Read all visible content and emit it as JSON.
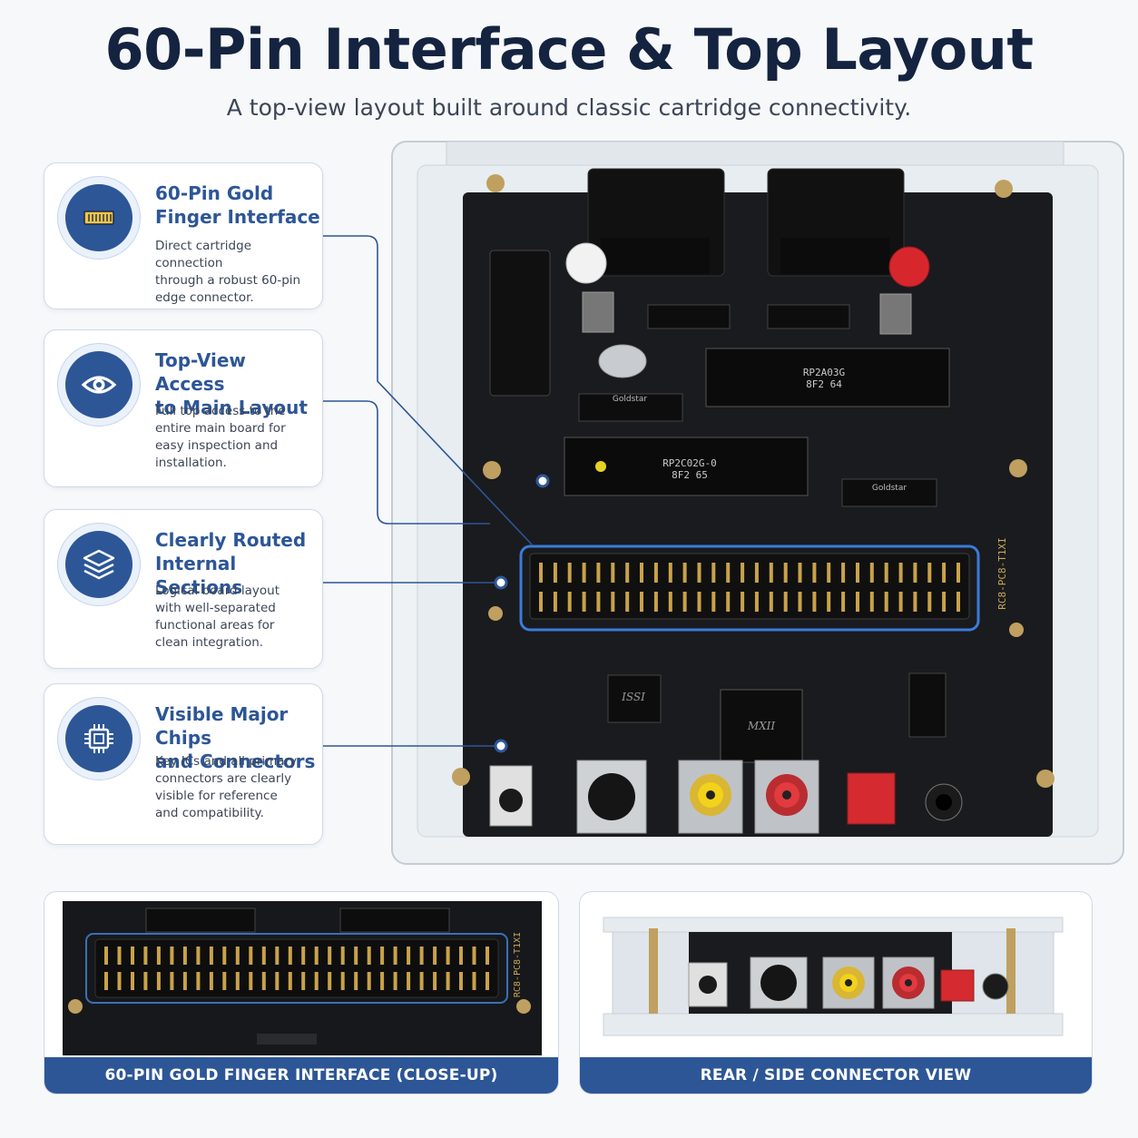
{
  "header": {
    "title": "60-Pin Interface & Top Layout",
    "subtitle": "A top-view layout built around classic cartridge connectivity."
  },
  "features": [
    {
      "title": "60-Pin Gold Finger Interface",
      "title_lines": [
        "60-Pin Gold",
        "Finger Interface"
      ],
      "desc_lines": [
        "Direct cartridge connection",
        "through a robust 60-pin",
        "edge connector."
      ],
      "icon": "gold-finger-icon"
    },
    {
      "title_lines": [
        "Top-View Access",
        "to Main Layout"
      ],
      "desc_lines": [
        "Full top access to the",
        "entire main board for",
        "easy inspection and",
        "installation."
      ],
      "icon": "eye-icon"
    },
    {
      "title_lines": [
        "Clearly Routed",
        "Internal Sections"
      ],
      "desc_lines": [
        "Logical board layout",
        "with well-separated",
        "functional areas for",
        "clean integration."
      ],
      "icon": "layers-icon"
    },
    {
      "title_lines": [
        "Visible Major Chips",
        "and Connectors"
      ],
      "desc_lines": [
        "Key ICs and all primary",
        "connectors are clearly",
        "visible for reference",
        "and compatibility."
      ],
      "icon": "chip-icon"
    }
  ],
  "board": {
    "chip_cpu": [
      "RP2A03G",
      "8F2 64"
    ],
    "chip_ppu": [
      "RP2C02G-0",
      "8F2 65"
    ],
    "chip_brand": "Goldstar",
    "chip_issi": "ISSI",
    "chip_mxii": "MXII",
    "silk_label": "RC8-PC8-T1XI",
    "colors": {
      "accent": "#2d5697",
      "pcb": "#1a1b1e",
      "gold": "#c9a24a"
    }
  },
  "panels": {
    "left_caption": "60-PIN GOLD FINGER INTERFACE (CLOSE-UP)",
    "right_caption": "REAR / SIDE CONNECTOR VIEW"
  }
}
